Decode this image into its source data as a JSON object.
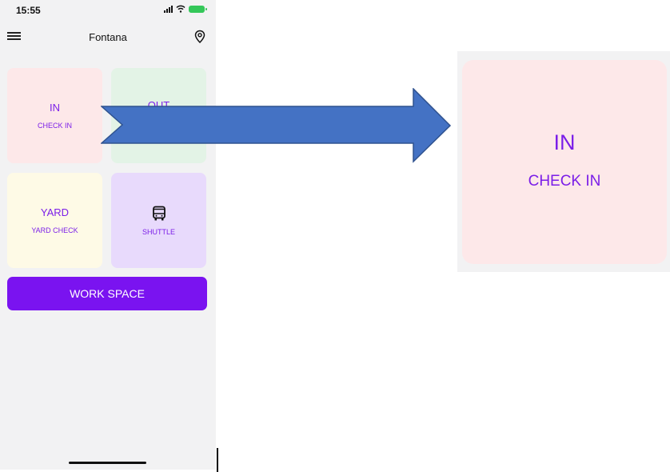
{
  "status_bar": {
    "time": "15:55"
  },
  "nav": {
    "title": "Fontana",
    "menu_icon": "hamburger-menu-icon",
    "location_icon": "location-pin-icon"
  },
  "tiles": [
    {
      "title": "IN",
      "subtitle": "CHECK IN",
      "color": "#fde8e9"
    },
    {
      "title": "OUT",
      "subtitle": "",
      "color": "#e3f3e6"
    },
    {
      "title": "YARD",
      "subtitle": "YARD CHECK",
      "color": "#fefae6"
    },
    {
      "icon": "bus-icon",
      "subtitle": "SHUTTLE",
      "color": "#e8dafc"
    }
  ],
  "work_space": {
    "label": "WORK SPACE",
    "color": "#7a13f0"
  },
  "zoom": {
    "title": "IN",
    "subtitle": "CHECK IN"
  },
  "colors": {
    "accent": "#7b1ee8",
    "arrow": "#4472c4",
    "background": "#f2f2f3"
  }
}
